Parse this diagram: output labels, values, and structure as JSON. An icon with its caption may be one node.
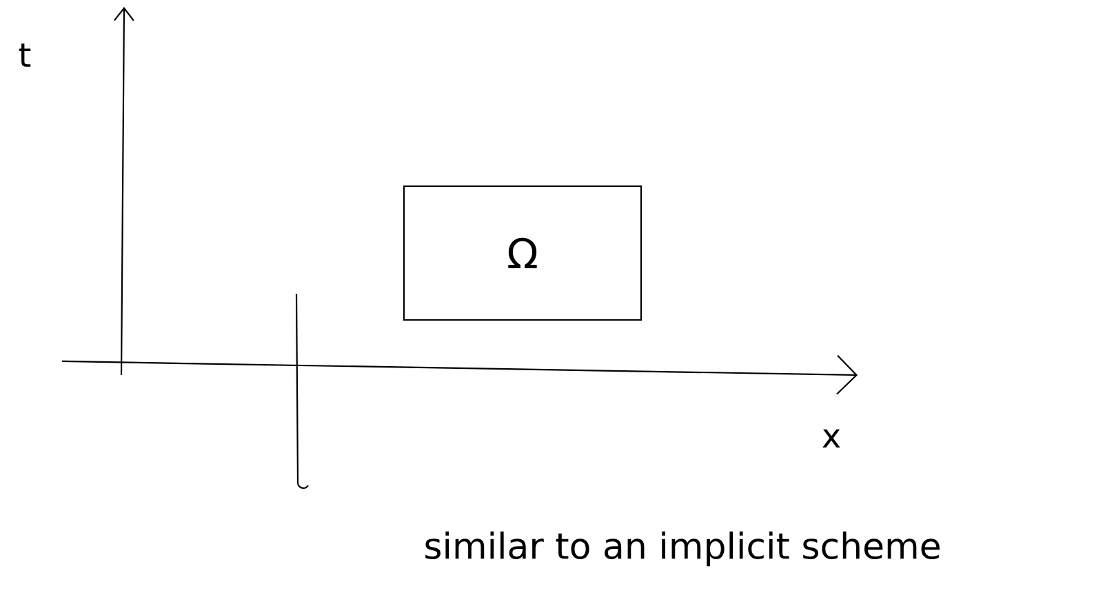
{
  "diagram": {
    "nodes": [
      {
        "text": [
          "Ω"
        ]
      }
    ],
    "labels": [
      "t",
      "x",
      "similar to an implicit scheme"
    ]
  }
}
